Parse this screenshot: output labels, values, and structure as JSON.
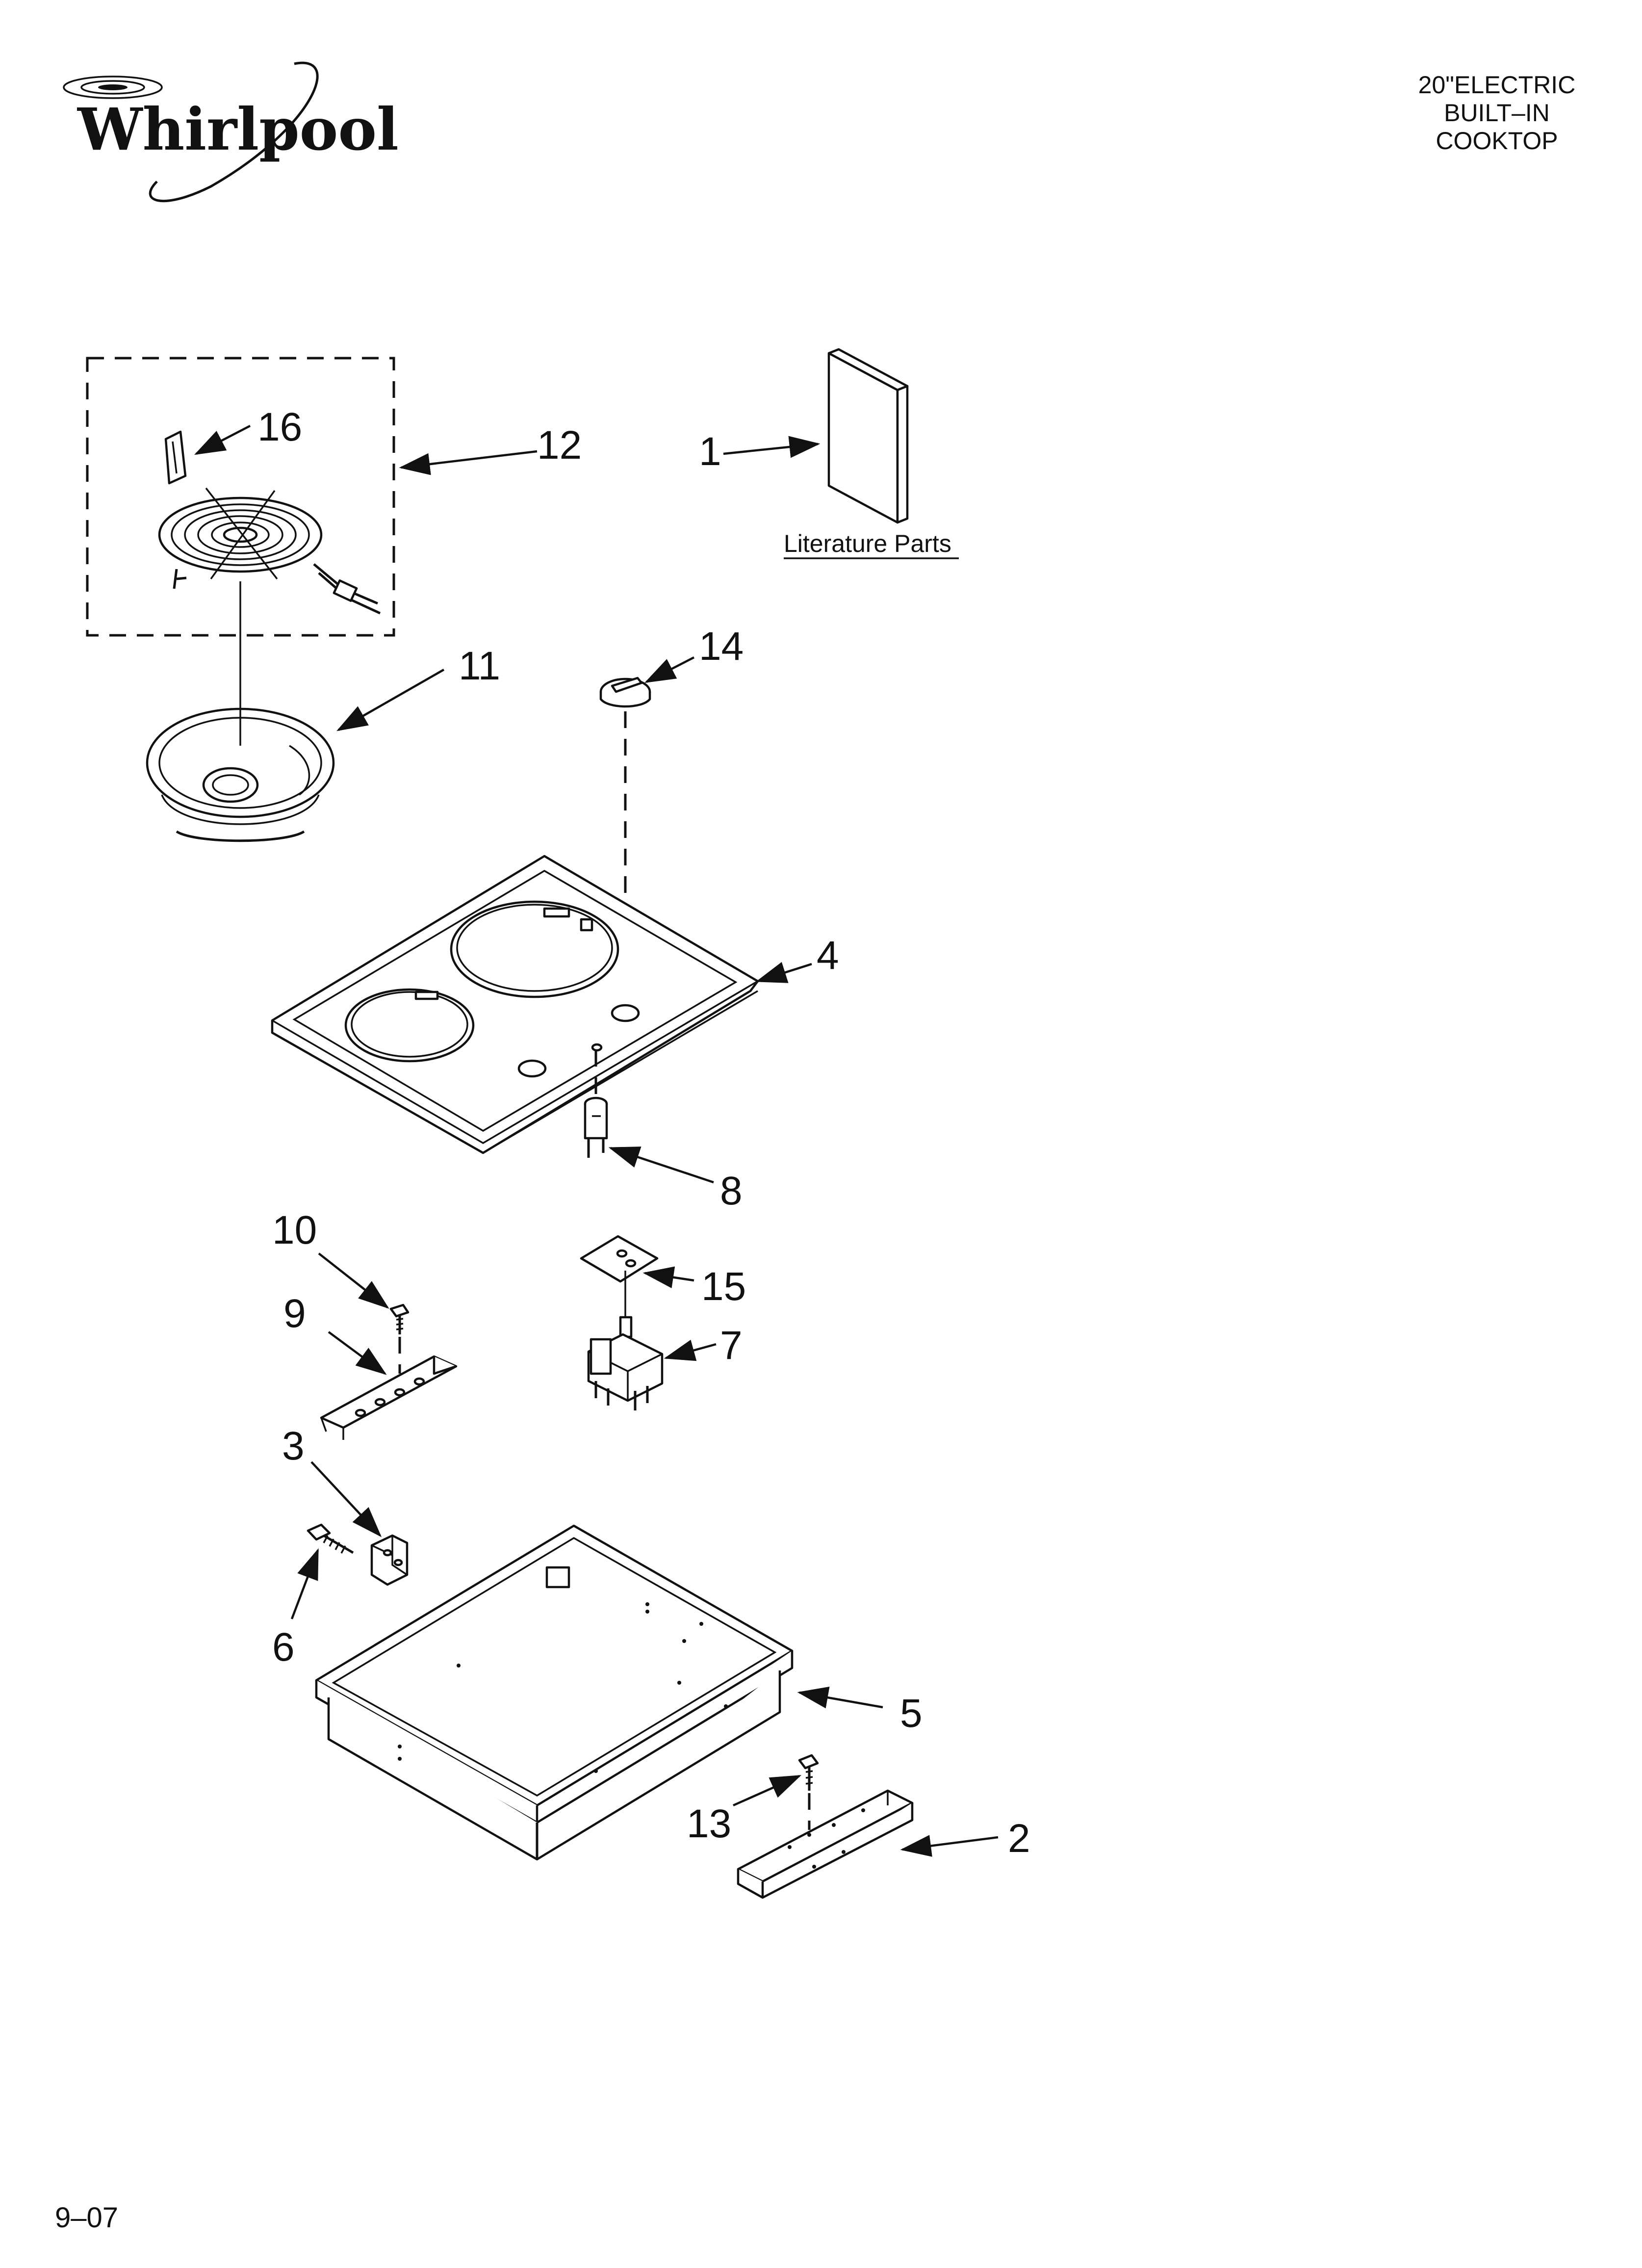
{
  "brand": {
    "logo_text": "Whirlpool"
  },
  "header": {
    "title_lines": [
      "20\"ELECTRIC",
      "BUILT–IN",
      "COOKTOP"
    ]
  },
  "diagram": {
    "callouts": [
      "1",
      "2",
      "3",
      "4",
      "5",
      "6",
      "7",
      "8",
      "9",
      "10",
      "11",
      "12",
      "13",
      "14",
      "15",
      "16"
    ],
    "literature_caption": "Literature Parts"
  },
  "footer": {
    "date_code": "9–07"
  }
}
